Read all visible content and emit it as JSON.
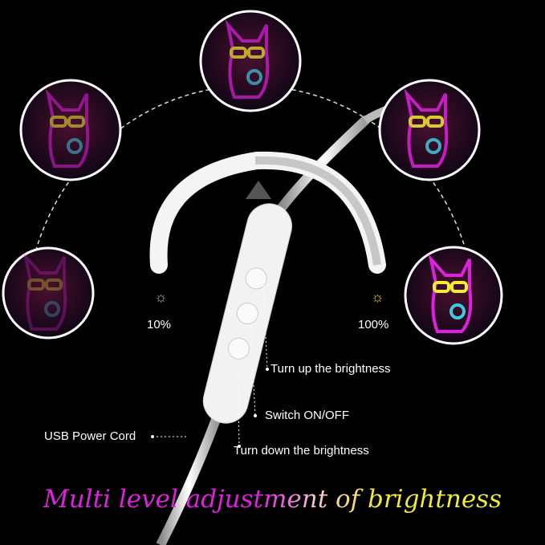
{
  "title": "Multi level adjustment of brightness",
  "levels": {
    "min": "10%",
    "max": "100%"
  },
  "callouts": {
    "up": "Turn up the brightness",
    "power": "Switch ON/OFF",
    "down": "Turn down the brightness",
    "cord": "USB Power Cord"
  },
  "colors": {
    "pink": "#e020e0",
    "yellow": "#f2ee30",
    "cyan": "#40c8e0"
  },
  "brightness_steps": [
    0.3,
    0.55,
    0.7,
    0.85,
    1.0
  ]
}
